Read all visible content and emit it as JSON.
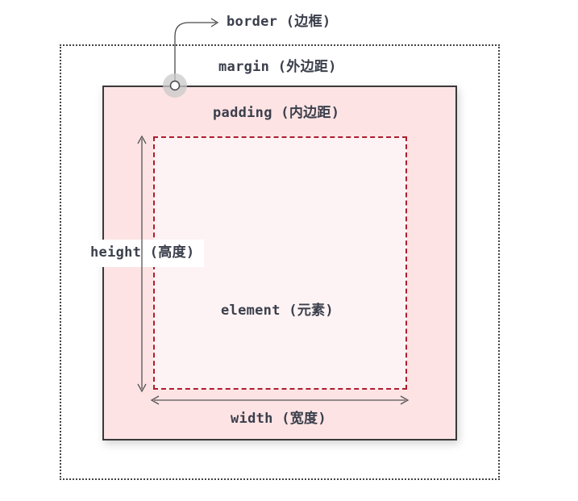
{
  "labels": {
    "border": "border (边框)",
    "margin": "margin (外边距)",
    "padding": "padding (内边距)",
    "height": "height (高度)",
    "element": "element (元素)",
    "width": "width (宽度)"
  },
  "colors": {
    "padding_fill": "#fde3e4",
    "element_fill": "#fdf3f4",
    "element_outline": "#b01c2e",
    "border_stroke": "#3a3a3a",
    "margin_stroke": "#444444",
    "text": "#3a3f4b"
  }
}
